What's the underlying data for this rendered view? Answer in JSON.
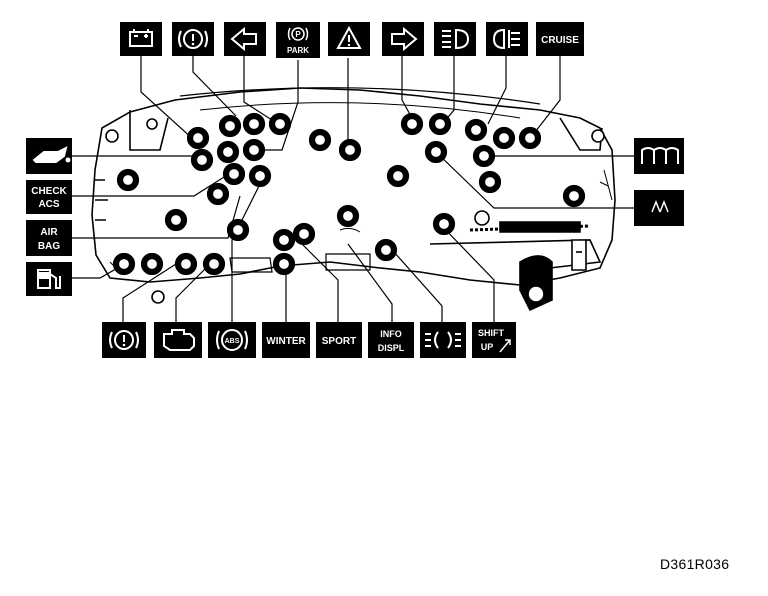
{
  "diagram_code": "D361R036",
  "icons": {
    "battery": {
      "icon": "battery-icon"
    },
    "brake": {
      "icon": "brake-warning-icon"
    },
    "turn_left": {
      "icon": "turn-left-arrow-icon"
    },
    "park_brake": {
      "icon": "park-brake-icon",
      "text": "PARK"
    },
    "hazard": {
      "icon": "warning-triangle-icon"
    },
    "turn_right": {
      "icon": "turn-right-arrow-icon"
    },
    "high_beam": {
      "icon": "high-beam-icon"
    },
    "rear_fog": {
      "icon": "rear-fog-icon"
    },
    "cruise": {
      "text": "CRUISE"
    },
    "oil": {
      "icon": "oil-can-icon"
    },
    "check_acs_1": {
      "text": "CHECK"
    },
    "check_acs_2": {
      "text": "ACS"
    },
    "airbag_1": {
      "text": "AIR"
    },
    "airbag_2": {
      "text": "BAG"
    },
    "fuel": {
      "icon": "fuel-pump-icon"
    },
    "glow": {
      "icon": "glow-plug-icon"
    },
    "frost": {
      "icon": "frost-icon"
    },
    "brake2": {
      "icon": "brake-warning-icon"
    },
    "engine": {
      "icon": "engine-icon"
    },
    "abs": {
      "icon": "abs-icon",
      "text": "ABS"
    },
    "winter": {
      "text": "WINTER"
    },
    "sport": {
      "text": "SPORT"
    },
    "info_1": {
      "text": "INFO"
    },
    "info_2": {
      "text": "DISPL"
    },
    "side_lights": {
      "icon": "side-lights-icon"
    },
    "shift_1": {
      "text": "SHIFT"
    },
    "shift_2": {
      "text": "UP"
    }
  }
}
